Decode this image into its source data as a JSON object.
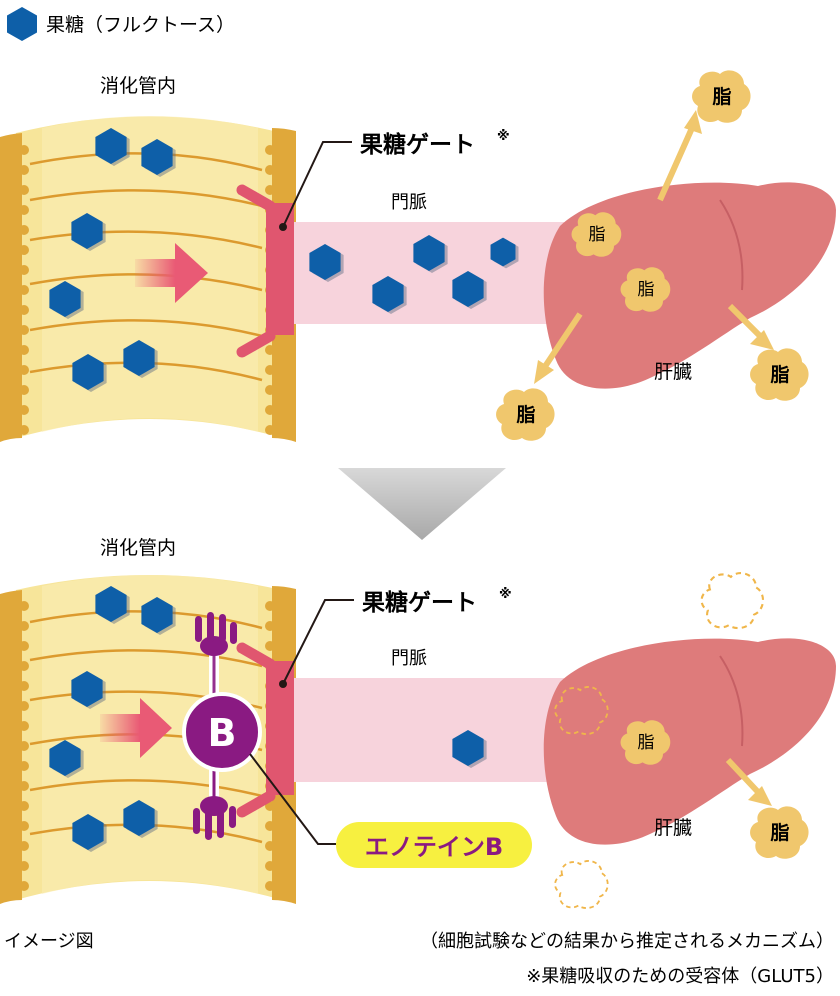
{
  "legend": {
    "label": "果糖（フルクトース）",
    "colors": {
      "fructose": "#0e5fa8"
    }
  },
  "top": {
    "intestine_label": "消化管内",
    "gate_label": "果糖ゲート",
    "gate_mark": "※",
    "vein_label": "門脈",
    "liver_label": "肝臓",
    "fat_label": "脂"
  },
  "bottom": {
    "intestine_label": "消化管内",
    "gate_label": "果糖ゲート",
    "gate_mark": "※",
    "vein_label": "門脈",
    "liver_label": "肝臓",
    "fat_label": "脂",
    "blocker_letter": "B",
    "blocker_name": "エノテインB"
  },
  "footer": {
    "left": "イメージ図",
    "note": "（細胞試験などの結果から推定されるメカニズム）",
    "footnote": "※果糖吸収のための受容体（GLUT5）"
  },
  "colors": {
    "intestine_fill": "#f7e59a",
    "intestine_wall": "#e0a83a",
    "gate": "#e0566f",
    "vein": "#f7d3dc",
    "liver": "#de7b7b",
    "fat": "#f0c76d",
    "blocker": "#8a1a82",
    "label_bg": "#f7f040",
    "arrow": "#e95a75"
  }
}
